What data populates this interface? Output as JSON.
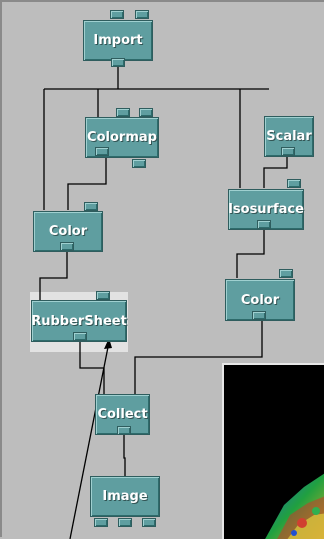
{
  "modules": {
    "import": "Import",
    "colormap": "Colormap",
    "scalar": "Scalar",
    "color_left": "Color",
    "isosurface": "Isosurface",
    "color_right": "Color",
    "rubbersheet": "RubberSheet",
    "collect": "Collect",
    "image": "Image"
  },
  "colors": {
    "canvas": "#bdbdbd",
    "module": "#5f9ea0",
    "selection": "#e2e2e2",
    "render_background": "#000000"
  },
  "render_window": {
    "icon": "rendered-surface-image"
  }
}
